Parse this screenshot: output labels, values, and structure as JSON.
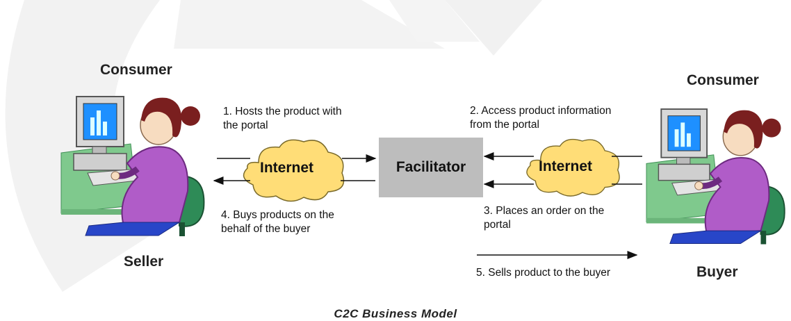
{
  "seller_side": {
    "top_label": "Consumer",
    "bottom_label": "Seller"
  },
  "buyer_side": {
    "top_label": "Consumer",
    "bottom_label": "Buyer"
  },
  "facilitator": {
    "label": "Facilitator"
  },
  "clouds": {
    "left": "Internet",
    "right": "Internet"
  },
  "steps": {
    "step1": "1. Hosts the product with\nthe portal",
    "step2": "2. Access product information\nfrom the portal",
    "step3": "3. Places an order on the\nportal",
    "step4": "4. Buys products on the\nbehalf of the buyer",
    "step5": "5. Sells product to the buyer"
  },
  "caption": "C2C Business Model",
  "colors": {
    "cloud_fill": "#ffdd77",
    "facilitator_fill": "#bdbdbd",
    "shirt": "#b05cc8",
    "hair": "#7a1f1f",
    "screen": "#1e90ff",
    "chair": "#2e8b57",
    "watermark": "#f2f2f2"
  }
}
